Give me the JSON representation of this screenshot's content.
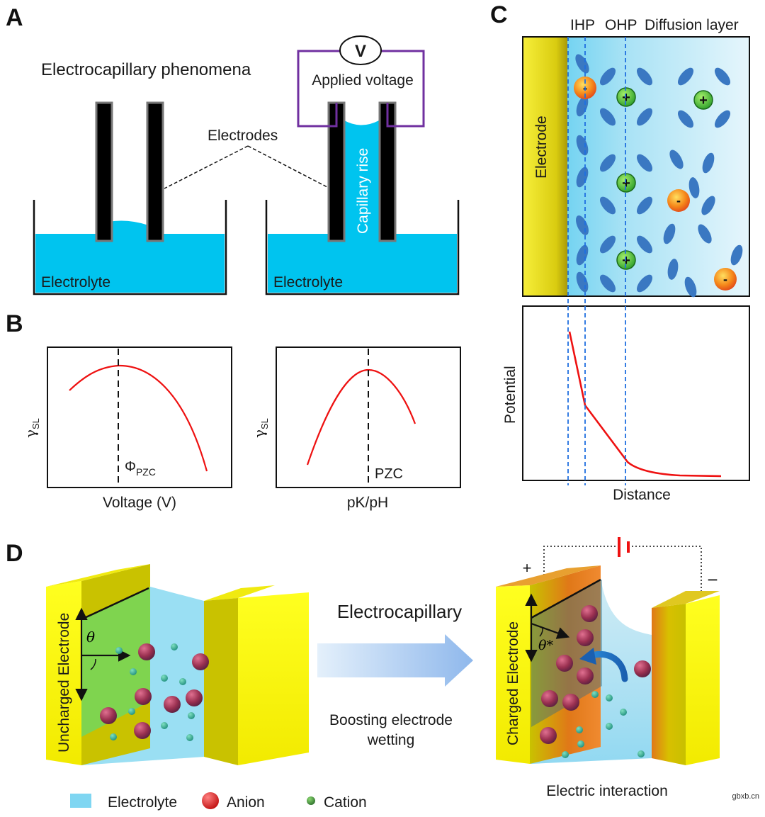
{
  "panel_labels": {
    "a": "A",
    "b": "B",
    "c": "C",
    "d": "D"
  },
  "panel_a": {
    "title": "Electrocapillary phenomena",
    "electrodes_label": "Electrodes",
    "electrolyte_left": "Electrolyte",
    "electrolyte_right": "Electrolyte",
    "capillary_rise": "Capillary rise",
    "applied_voltage": "Applied voltage",
    "voltmeter": "V"
  },
  "panel_b": {
    "left": {
      "ylabel_main": "γ",
      "ylabel_sub": "SL",
      "xlabel": "Voltage (V)",
      "marker_main": "Φ",
      "marker_sub": "PZC"
    },
    "right": {
      "ylabel_main": "γ",
      "ylabel_sub": "SL",
      "xlabel": "pK/pH",
      "marker": "PZC"
    }
  },
  "panel_c": {
    "ihp": "IHP",
    "ohp": "OHP",
    "diffusion": "Diffusion layer",
    "electrode": "Electrode",
    "ylabel": "Potential",
    "xlabel": "Distance",
    "plus": "+",
    "minus": "-"
  },
  "panel_d": {
    "uncharged": "Uncharged Electrode",
    "charged": "Charged Electrode",
    "theta": "θ",
    "theta_star": "θ*",
    "arrow_title": "Electrocapillary",
    "arrow_sub1": "Boosting electrode",
    "arrow_sub2": "wetting",
    "electric_interaction": "Electric interaction",
    "plus": "+",
    "minus": "−",
    "legend": {
      "electrolyte": "Electrolyte",
      "anion": "Anion",
      "cation": "Cation"
    }
  },
  "watermark": "gbxb.cn",
  "colors": {
    "electrolyte": "#00c4ef",
    "electrode_black": "#000000",
    "circuit": "#7030a0",
    "curve": "#ee1111",
    "dashed_blue": "#1f6fe0",
    "electrode_yellow": "#e9e21a",
    "cation_green": "#3fbf3f",
    "anion_orange": "#f07a10",
    "water_blue": "#3a78c2"
  }
}
